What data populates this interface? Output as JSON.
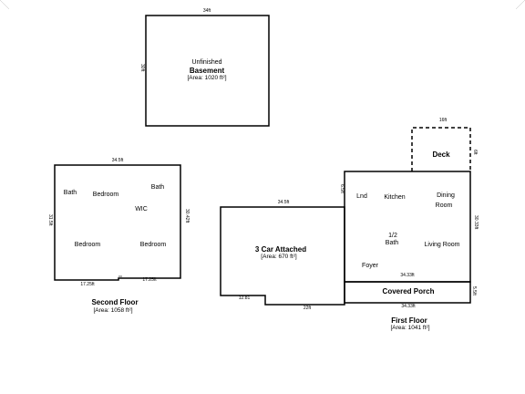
{
  "basement": {
    "width_label": "34ft",
    "height_label": "30ft",
    "room_name": "Unfinished",
    "room_title": "Basement",
    "area": "[Area: 1020 ft²]"
  },
  "second_floor": {
    "width_label": "34.5ft",
    "left_label": "31.5ft",
    "right_label": "30.42ft",
    "bottom_left_label": "17.25ft",
    "bottom_right_label": "17.25ft",
    "rooms": {
      "bath_left": "Bath",
      "bedroom_top": "Bedroom",
      "bath_right": "Bath",
      "wic": "WIC",
      "bedroom_left": "Bedroom",
      "bedroom_right": "Bedroom"
    },
    "title": "Second Floor",
    "area": "[Area: 1058 ft²]"
  },
  "garage": {
    "width_label": "34.5ft",
    "title": "3 Car Attached",
    "area": "[Area: 670 ft²]",
    "bottom_small_label": "12.81",
    "bottom_label": "22ft"
  },
  "first_floor": {
    "rooms": {
      "lnd": "Lnd",
      "kitchen": "Kitchen",
      "dining": "Dining",
      "dining2": "Room",
      "half": "1/2",
      "bath": "Bath",
      "living": "Living Room",
      "foyer": "Foyer"
    },
    "inner_width_label": "34.33ft",
    "bottom_label": "34.33ft",
    "right_label": "30.33ft",
    "side_small_label": "6.5ft",
    "porch": "Covered Porch",
    "porch_side_label": "5.5ft",
    "title": "First Floor",
    "area": "[Area: 1041 ft²]"
  },
  "deck": {
    "width_label": "16ft",
    "side_label": "6ft",
    "name": "Deck"
  }
}
